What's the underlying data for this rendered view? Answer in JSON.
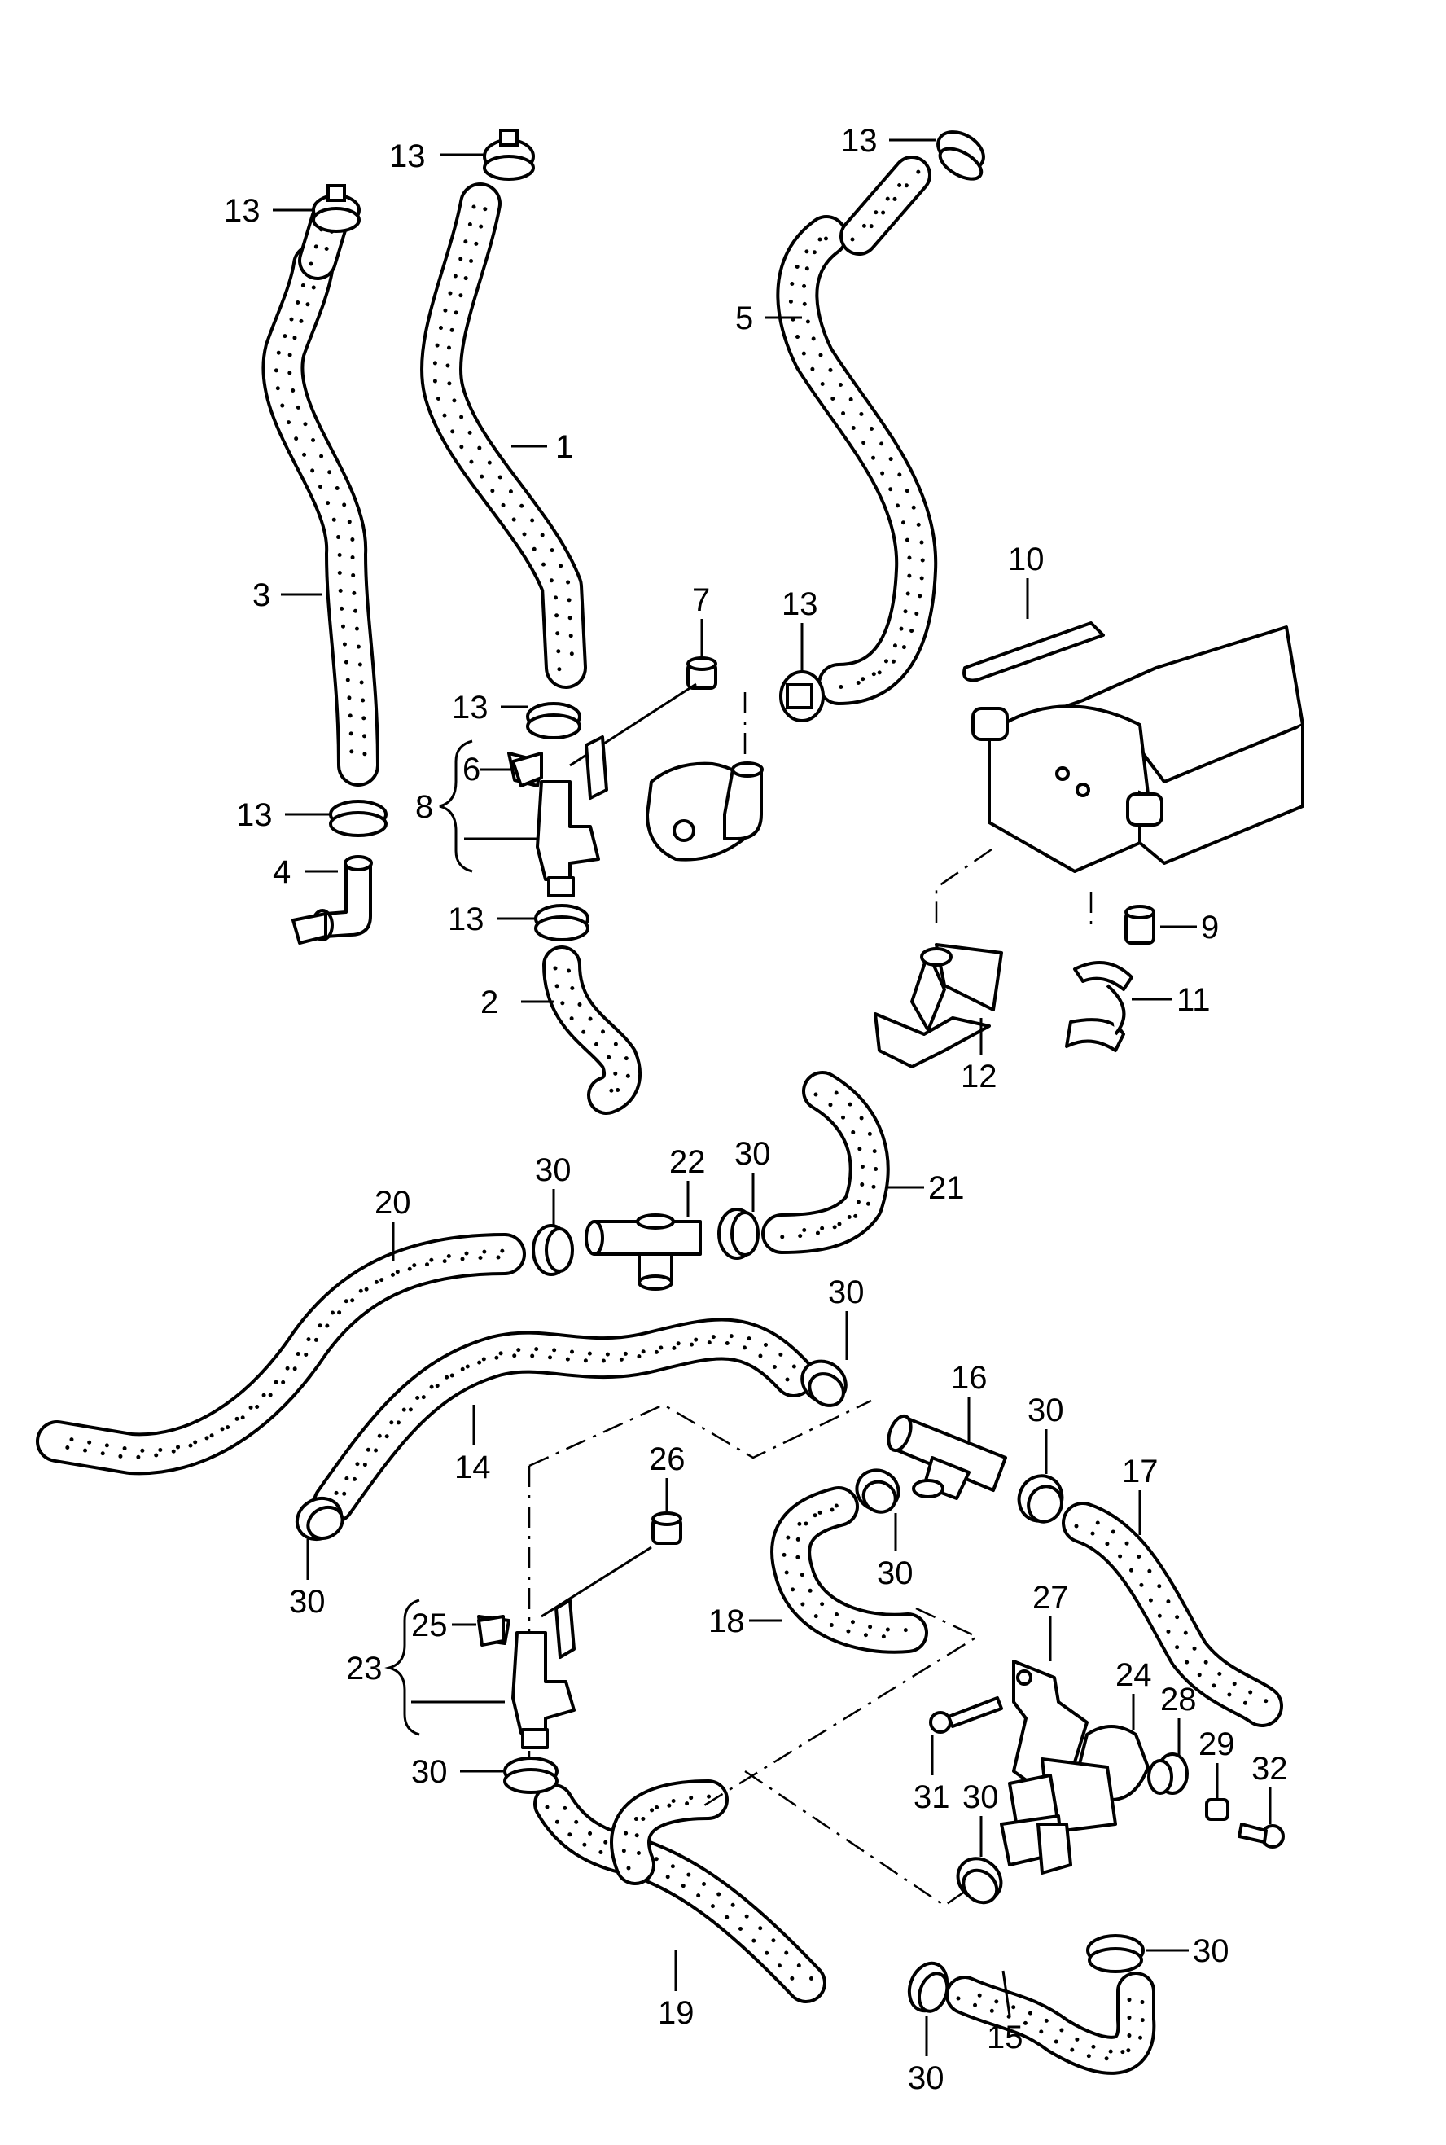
{
  "diagram": {
    "callouts": [
      {
        "id": "c1",
        "text": "1"
      },
      {
        "id": "c2",
        "text": "2"
      },
      {
        "id": "c3",
        "text": "3"
      },
      {
        "id": "c4",
        "text": "4"
      },
      {
        "id": "c5",
        "text": "5"
      },
      {
        "id": "c6",
        "text": "6"
      },
      {
        "id": "c7",
        "text": "7"
      },
      {
        "id": "c8",
        "text": "8"
      },
      {
        "id": "c9",
        "text": "9"
      },
      {
        "id": "c10",
        "text": "10"
      },
      {
        "id": "c11",
        "text": "11"
      },
      {
        "id": "c12",
        "text": "12"
      },
      {
        "id": "c13a",
        "text": "13"
      },
      {
        "id": "c13b",
        "text": "13"
      },
      {
        "id": "c13c",
        "text": "13"
      },
      {
        "id": "c13d",
        "text": "13"
      },
      {
        "id": "c13e",
        "text": "13"
      },
      {
        "id": "c13f",
        "text": "13"
      },
      {
        "id": "c13g",
        "text": "13"
      },
      {
        "id": "c14",
        "text": "14"
      },
      {
        "id": "c15",
        "text": "15"
      },
      {
        "id": "c16",
        "text": "16"
      },
      {
        "id": "c17",
        "text": "17"
      },
      {
        "id": "c18",
        "text": "18"
      },
      {
        "id": "c19",
        "text": "19"
      },
      {
        "id": "c20",
        "text": "20"
      },
      {
        "id": "c21",
        "text": "21"
      },
      {
        "id": "c22",
        "text": "22"
      },
      {
        "id": "c23",
        "text": "23"
      },
      {
        "id": "c24",
        "text": "24"
      },
      {
        "id": "c25",
        "text": "25"
      },
      {
        "id": "c26",
        "text": "26"
      },
      {
        "id": "c27",
        "text": "27"
      },
      {
        "id": "c28",
        "text": "28"
      },
      {
        "id": "c29",
        "text": "29"
      },
      {
        "id": "c30a",
        "text": "30"
      },
      {
        "id": "c30b",
        "text": "30"
      },
      {
        "id": "c30c",
        "text": "30"
      },
      {
        "id": "c30d",
        "text": "30"
      },
      {
        "id": "c30e",
        "text": "30"
      },
      {
        "id": "c30f",
        "text": "30"
      },
      {
        "id": "c30g",
        "text": "30"
      },
      {
        "id": "c30h",
        "text": "30"
      },
      {
        "id": "c30i",
        "text": "30"
      },
      {
        "id": "c30j",
        "text": "30"
      },
      {
        "id": "c31",
        "text": "31"
      },
      {
        "id": "c32",
        "text": "32"
      }
    ]
  }
}
